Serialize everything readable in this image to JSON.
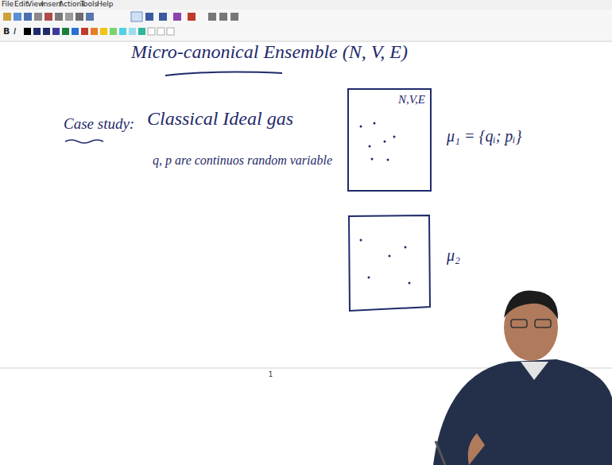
{
  "diagram": {
    "title": "Micro-canonical Ensemble (N, V, E)",
    "nodes": [
      {
        "text": [
          "N,V,E"
        ]
      }
    ],
    "labels": [
      "File",
      "Edit",
      "View",
      "Insert",
      "Actions",
      "Tools",
      "Help",
      "B",
      "I",
      "Case study:",
      "Classical Ideal gas",
      "q, p are continuos random variable",
      "μ₁ = {qᵢ; pᵢ}",
      "μ₂",
      "1"
    ]
  }
}
